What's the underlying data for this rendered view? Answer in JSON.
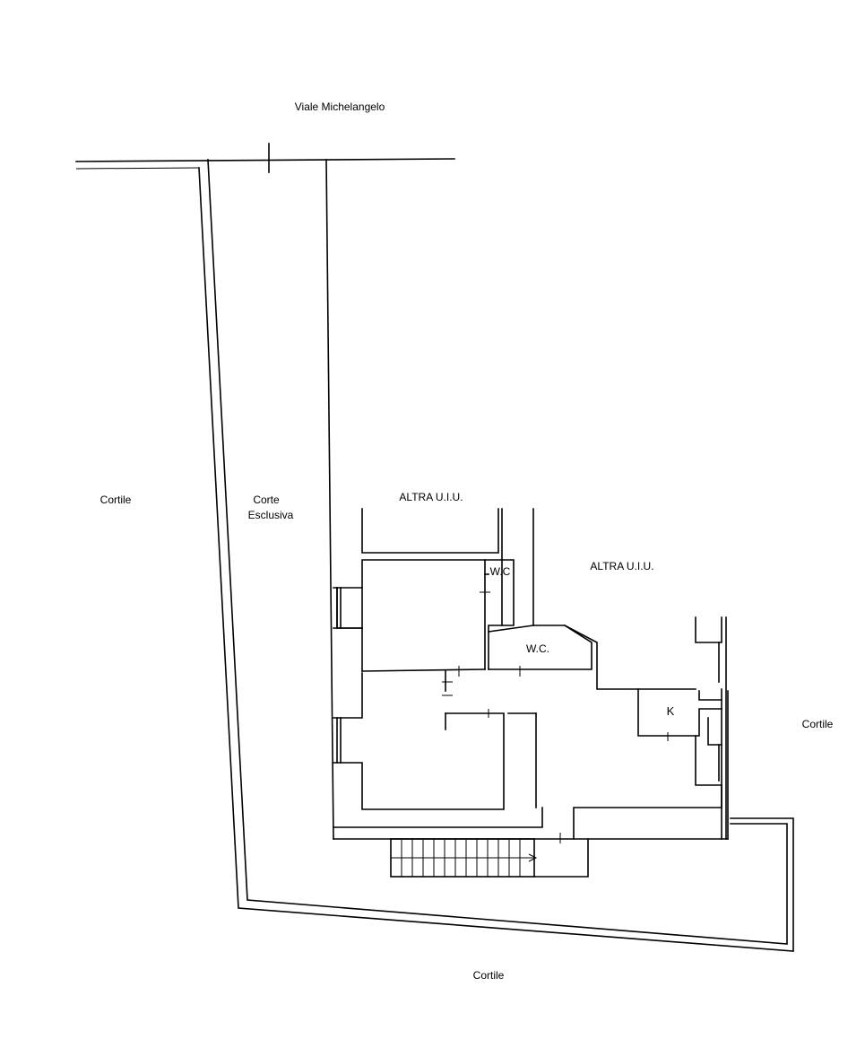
{
  "labels": {
    "street": "Viale Michelangelo",
    "cortile_left": "Cortile",
    "corte_line1": "Corte",
    "corte_line2": "Esclusiva",
    "altra_1": "ALTRA U.I.U.",
    "altra_2": "ALTRA U.I.U.",
    "wc_1": "W.C",
    "wc_2": "W.C.",
    "k": "K",
    "cortile_right": "Cortile",
    "cortile_bottom": "Cortile"
  }
}
